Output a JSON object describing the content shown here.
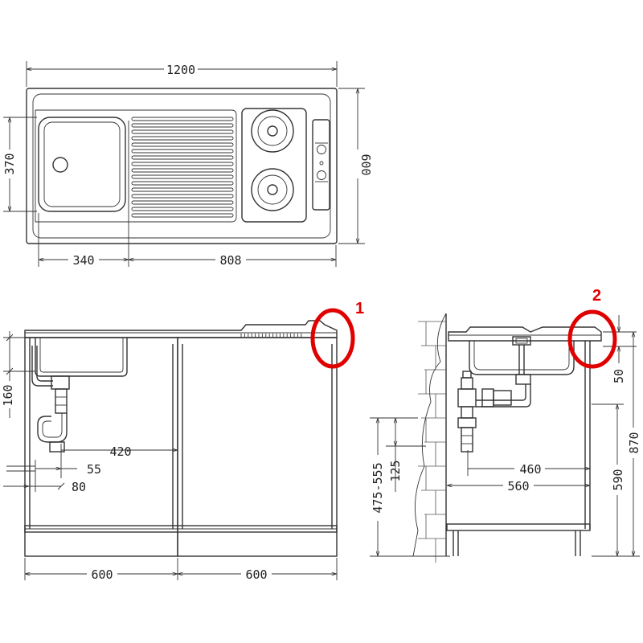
{
  "dimensions": {
    "top_width": "1200",
    "top_depth": "600",
    "bowl_depth": "370",
    "bowl_width": "340",
    "drainer_width": "808",
    "front_height": "160",
    "front_420": "420",
    "front_55": "55",
    "front_80": "80",
    "cabinet_left": "600",
    "cabinet_right": "600",
    "side_50": "50",
    "side_870": "870",
    "side_590": "590",
    "side_460": "460",
    "side_560": "560",
    "side_range": "475-555",
    "side_125": "125"
  },
  "callouts": {
    "one": "1",
    "two": "2"
  },
  "colors": {
    "line": "#333333",
    "callout": "#e00000"
  }
}
